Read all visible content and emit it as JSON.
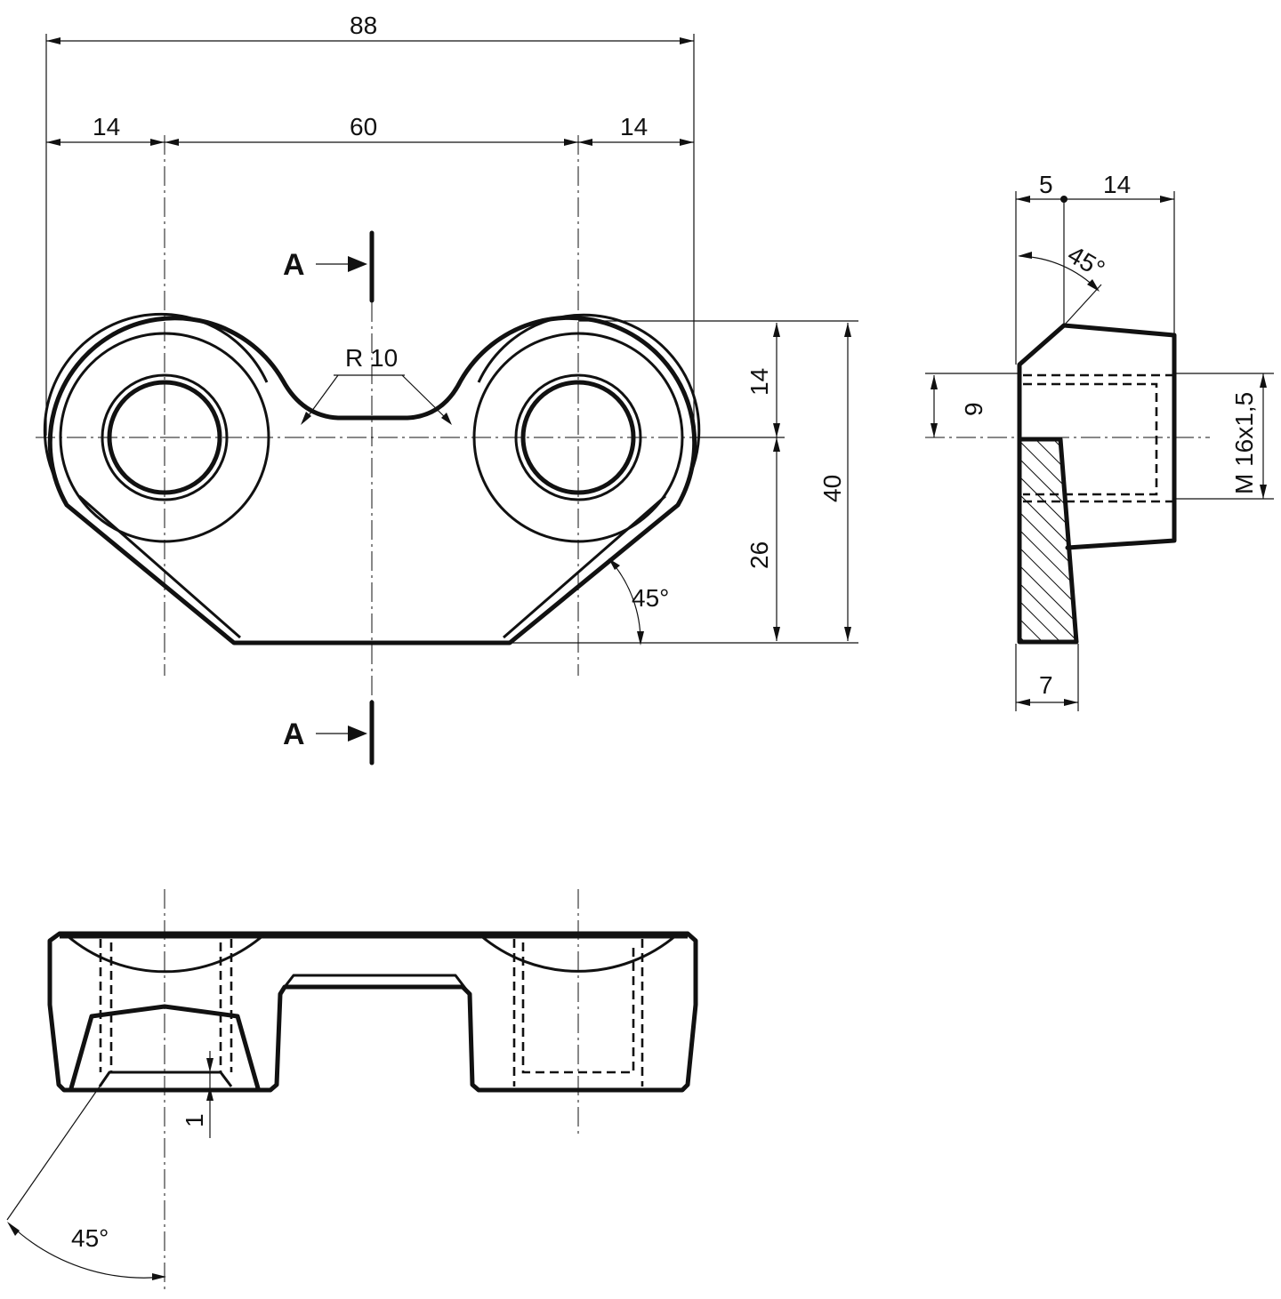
{
  "dimensions": {
    "overall_width": "88",
    "left_offset": "14",
    "hole_spacing": "60",
    "right_offset": "14",
    "radius": "R 10",
    "top_height": "14",
    "bottom_height": "26",
    "total_height": "40",
    "front_angle": "45°",
    "side_chamfer_width": "5",
    "side_depth": "14",
    "side_angle": "45°",
    "side_offset": "9",
    "thread": "M 16x1,5",
    "side_base": "7",
    "bottom_gap": "1",
    "bottom_angle": "45°"
  },
  "section_marks": {
    "top": "A",
    "bottom": "A"
  }
}
